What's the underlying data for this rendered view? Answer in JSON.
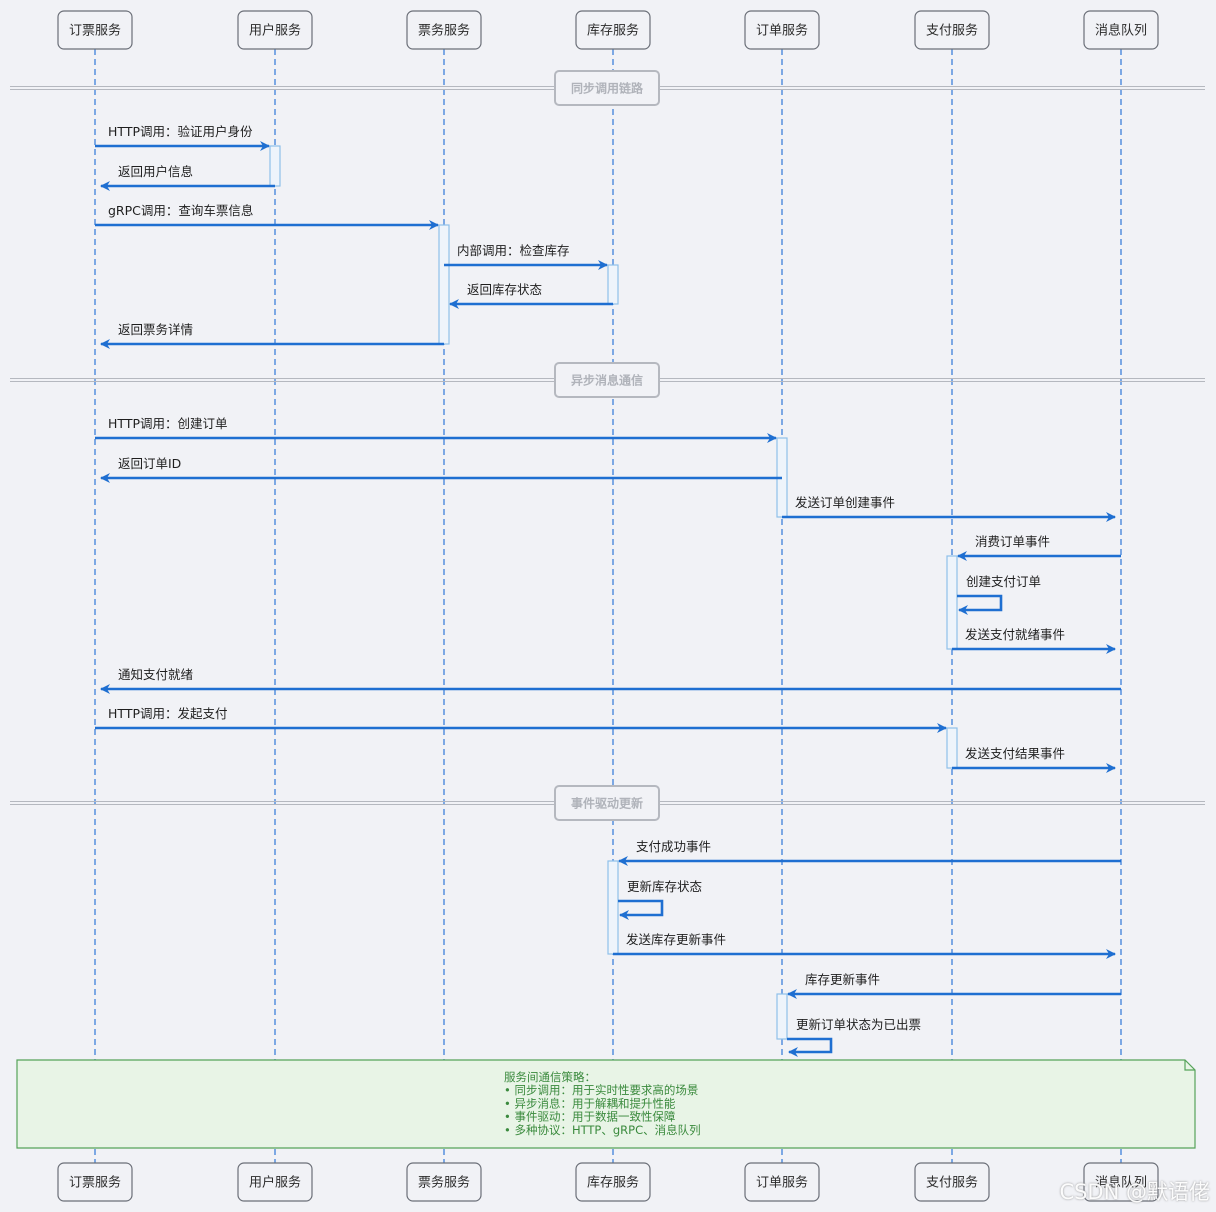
{
  "participants": [
    "订票服务",
    "用户服务",
    "票务服务",
    "库存服务",
    "订单服务",
    "支付服务",
    "消息队列"
  ],
  "sections": [
    "同步调用链路",
    "异步消息通信",
    "事件驱动更新"
  ],
  "messages": [
    {
      "from": 0,
      "to": 1,
      "label": "HTTP调用：验证用户身份"
    },
    {
      "from": 1,
      "to": 0,
      "label": "返回用户信息"
    },
    {
      "from": 0,
      "to": 2,
      "label": "gRPC调用：查询车票信息"
    },
    {
      "from": 2,
      "to": 3,
      "label": "内部调用：检查库存"
    },
    {
      "from": 3,
      "to": 2,
      "label": "返回库存状态"
    },
    {
      "from": 2,
      "to": 0,
      "label": "返回票务详情"
    },
    {
      "from": 0,
      "to": 4,
      "label": "HTTP调用：创建订单"
    },
    {
      "from": 4,
      "to": 0,
      "label": "返回订单ID"
    },
    {
      "from": 4,
      "to": 6,
      "label": "发送订单创建事件"
    },
    {
      "from": 6,
      "to": 5,
      "label": "消费订单事件"
    },
    {
      "from": 5,
      "to": 5,
      "label": "创建支付订单"
    },
    {
      "from": 5,
      "to": 6,
      "label": "发送支付就绪事件"
    },
    {
      "from": 6,
      "to": 0,
      "label": "通知支付就绪"
    },
    {
      "from": 0,
      "to": 5,
      "label": "HTTP调用：发起支付"
    },
    {
      "from": 5,
      "to": 6,
      "label": "发送支付结果事件"
    },
    {
      "from": 6,
      "to": 3,
      "label": "支付成功事件"
    },
    {
      "from": 3,
      "to": 3,
      "label": "更新库存状态"
    },
    {
      "from": 3,
      "to": 6,
      "label": "发送库存更新事件"
    },
    {
      "from": 6,
      "to": 4,
      "label": "库存更新事件"
    },
    {
      "from": 4,
      "to": 4,
      "label": "更新订单状态为已出票"
    }
  ],
  "note": {
    "title": "服务间通信策略：",
    "lines": [
      "• 同步调用：用于实时性要求高的场景",
      "• 异步消息：用于解耦和提升性能",
      "• 事件驱动：用于数据一致性保障",
      "• 多种协议：HTTP、gRPC、消息队列"
    ]
  },
  "watermark": "CSDN @默语佬"
}
